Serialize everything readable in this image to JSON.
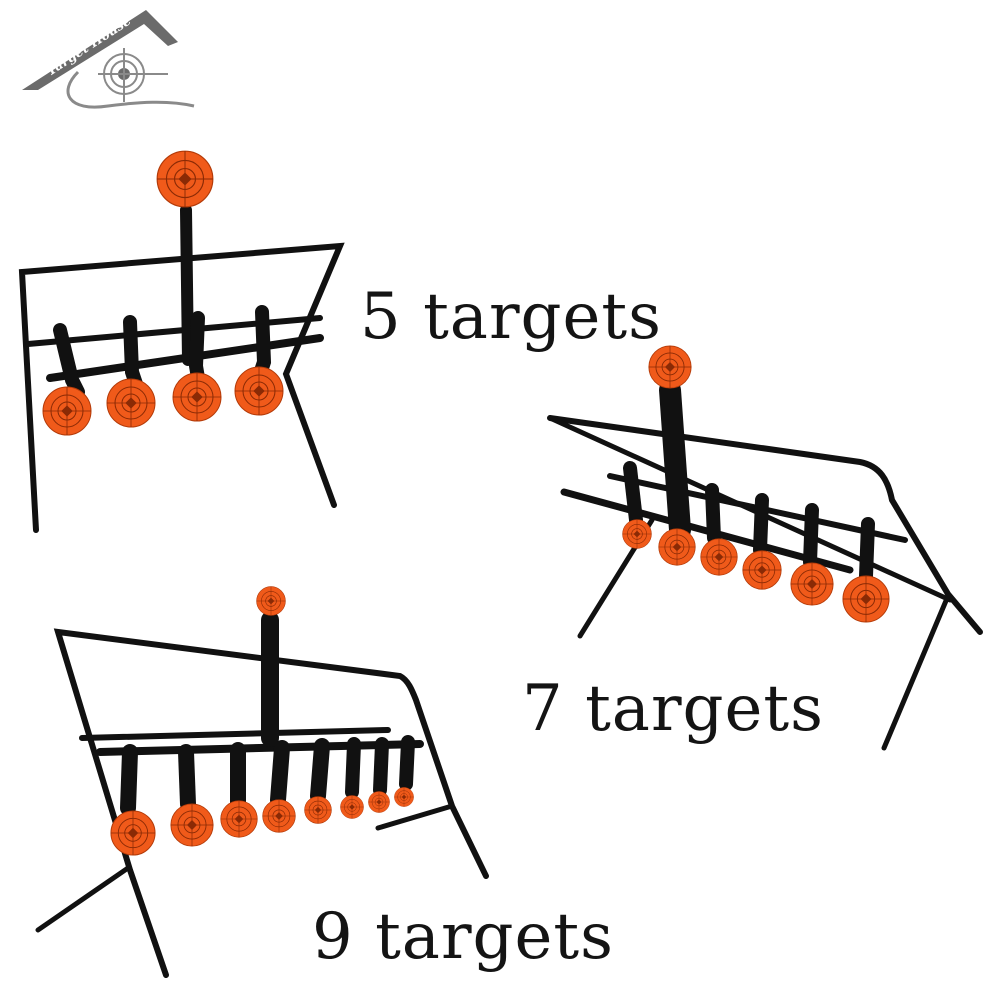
{
  "logo": {
    "text": "Target House"
  },
  "products": [
    {
      "label": "5 targets"
    },
    {
      "label": "7 targets"
    },
    {
      "label": "9 targets"
    }
  ],
  "colors": {
    "target_orange": "#f05a1a",
    "frame_black": "#111111",
    "logo_gray": "#6b6b6b"
  }
}
